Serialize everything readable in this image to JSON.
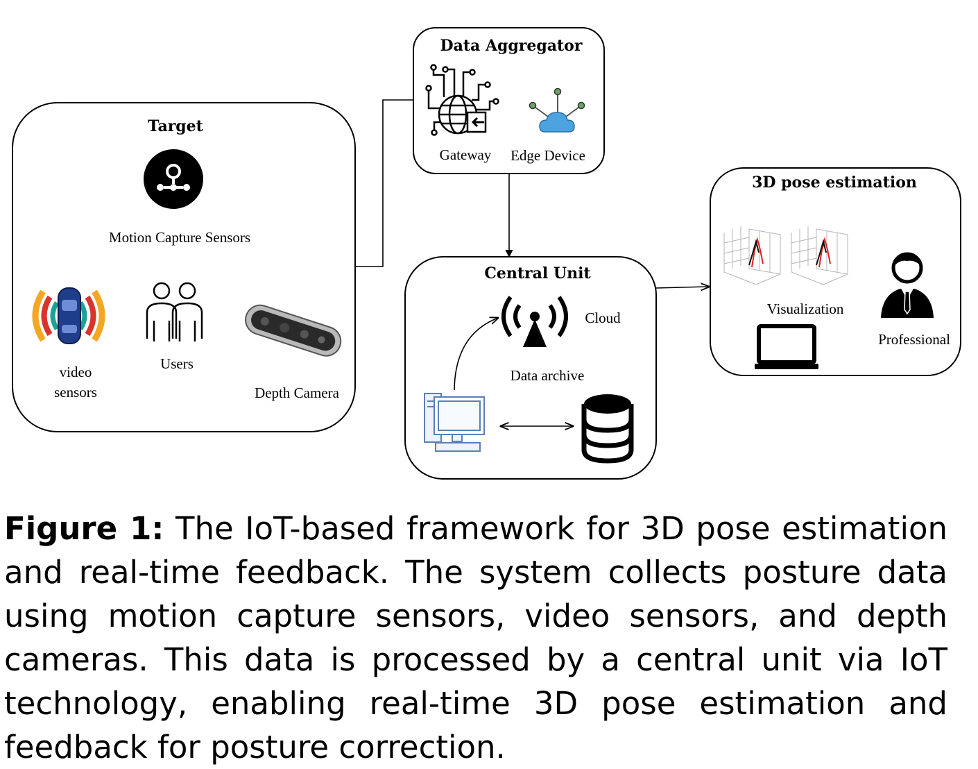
{
  "target": {
    "title": "Target",
    "motion_label": "Motion Capture Sensors",
    "video_label_line1": "video",
    "video_label_line2": "sensors",
    "users_label": "Users",
    "depth_label": "Depth Camera"
  },
  "aggregator": {
    "title": "Data Aggregator",
    "gateway_label": "Gateway",
    "edge_label": "Edge Device"
  },
  "central": {
    "title": "Central Unit",
    "cloud_label": "Cloud",
    "archive_label": "Data archive"
  },
  "pose": {
    "title": "3D pose estimation",
    "visualization_label": "Visualization",
    "professional_label": "Professional"
  },
  "caption": {
    "label": "Figure 1:",
    "text": "The IoT-based framework for 3D pose estimation and real-time feedback. The system collects posture data using motion capture sensors, video sensors, and depth cameras. This data is processed by a central unit via IoT technology, enabling real-time 3D pose estimation and feedback for posture correction."
  },
  "colors": {
    "cloud_blue": "#4da3e0",
    "car_blue": "#1e3d8a",
    "sensor_orange": "#f5a623",
    "sensor_red": "#d9342b",
    "sensor_teal": "#1aa396",
    "pose_red": "#e02020"
  }
}
